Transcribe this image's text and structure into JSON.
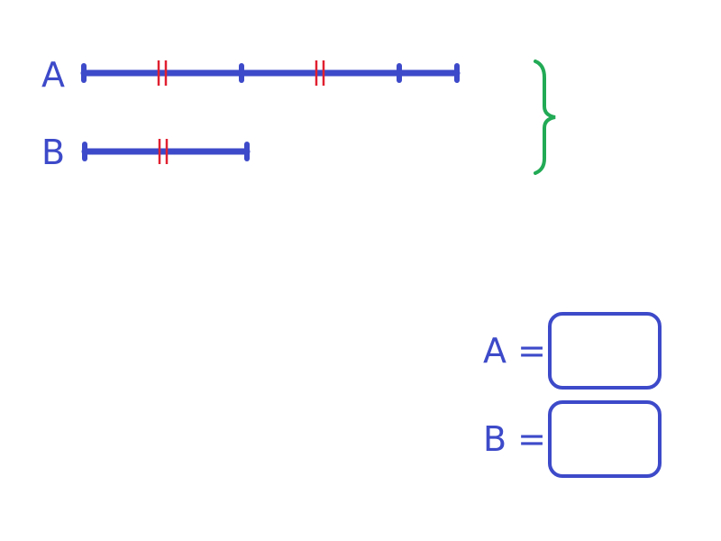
{
  "colors": {
    "bar": "#3d4ac9",
    "tick_mark": "#e02030",
    "brace": "#22aa55",
    "text": "#3d4ac9"
  },
  "segments": [
    {
      "label": "A",
      "units": 3,
      "marked_units": [
        0,
        1
      ]
    },
    {
      "label": "B",
      "units": 1,
      "marked_units": [
        0
      ]
    }
  ],
  "answers": [
    {
      "label": "A =",
      "value": ""
    },
    {
      "label": "B =",
      "value": ""
    }
  ]
}
